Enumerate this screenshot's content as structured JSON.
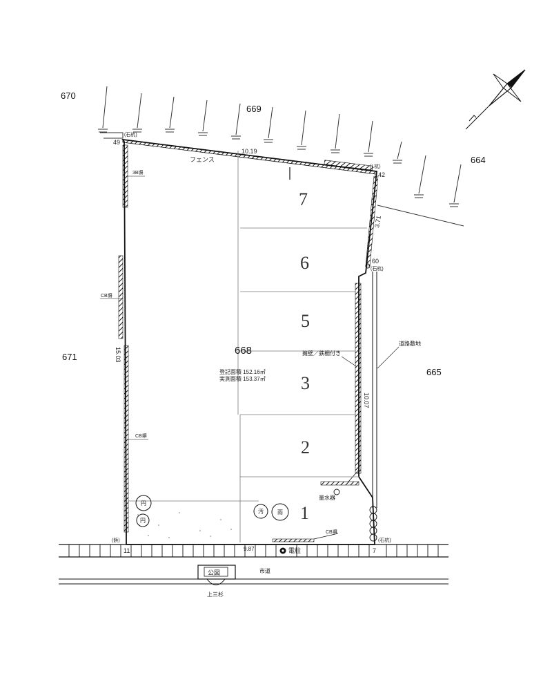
{
  "parcels": {
    "north_west": "670",
    "north": "669",
    "north_east": "664",
    "west": "671",
    "east": "665",
    "site": "668"
  },
  "lots": [
    "7",
    "6",
    "5",
    "3",
    "2",
    "1"
  ],
  "dimensions": {
    "north_edge": "10.19",
    "east_upper": "3.71",
    "west_edge": "15.03",
    "east_lower": "10.07",
    "south_edge": "9.87"
  },
  "corner_points": {
    "nw": "49",
    "ne": "42",
    "e_mid": "60",
    "sw": "11",
    "se": "7"
  },
  "corner_markers": {
    "nw": "(石杭)",
    "ne": "(L杭)",
    "e_mid": "(石杭)",
    "sw": "(鋲)",
    "se": "(石杭)"
  },
  "annotations": {
    "fence": "フェンス",
    "west_top": "3B塀",
    "west_mid": "CB塀",
    "west_low": "CB塀",
    "south_block": "CB塀",
    "east_wall": "擁壁／鉄柵付き",
    "east_side": "道路敷地",
    "utility_pole": "電柱",
    "manhole": "量水器",
    "road_marker": "公図",
    "below_marker": "上三杉",
    "road_label": "市道",
    "area_line1": "登記面積 152.16㎡",
    "area_line2": "実測面積 153.37㎡",
    "meter_small1": "円",
    "meter_small2": "円",
    "meter_small3": "汚",
    "meter_small4": "雨"
  },
  "north_arrow": "north-arrow"
}
